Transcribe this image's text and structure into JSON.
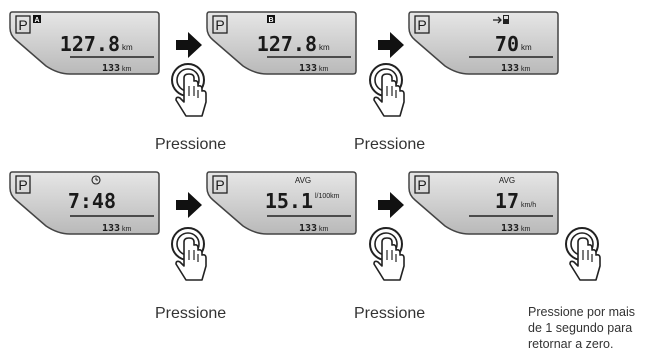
{
  "screens": [
    {
      "gear": "P",
      "trip": "A",
      "main_value": "127.8",
      "main_unit": "km",
      "range_value": "133",
      "range_unit": "km"
    },
    {
      "gear": "P",
      "trip": "B",
      "main_value": "127.8",
      "main_unit": "km",
      "range_value": "133",
      "range_unit": "km"
    },
    {
      "gear": "P",
      "main_value": "70",
      "main_unit": "km",
      "range_value": "133",
      "range_unit": "km",
      "icon": "fuel-pump-icon"
    },
    {
      "gear": "P",
      "main_value": "7:48",
      "range_value": "133",
      "range_unit": "km",
      "icon": "clock-icon"
    },
    {
      "gear": "P",
      "top_label": "AVG",
      "main_value": "15.1",
      "main_unit": "l/100km",
      "range_value": "133",
      "range_unit": "km"
    },
    {
      "gear": "P",
      "top_label": "AVG",
      "main_value": "17",
      "main_unit": "km/h",
      "range_value": "133",
      "range_unit": "km"
    }
  ],
  "captions": {
    "press_1": "Pressione",
    "press_2": "Pressione",
    "press_3": "Pressione",
    "press_4": "Pressione",
    "hold_line1": "Pressione por mais",
    "hold_line2": "de 1 segundo para",
    "hold_line3": "retornar a zero."
  },
  "icons": {
    "arrow": "arrow-right-icon",
    "button": "press-button-hand-icon"
  },
  "colors": {
    "lcd_light": "#e4e4e4",
    "lcd_dark": "#bdbdbd",
    "ink": "#1a1a1a",
    "arrow": "#111111"
  }
}
